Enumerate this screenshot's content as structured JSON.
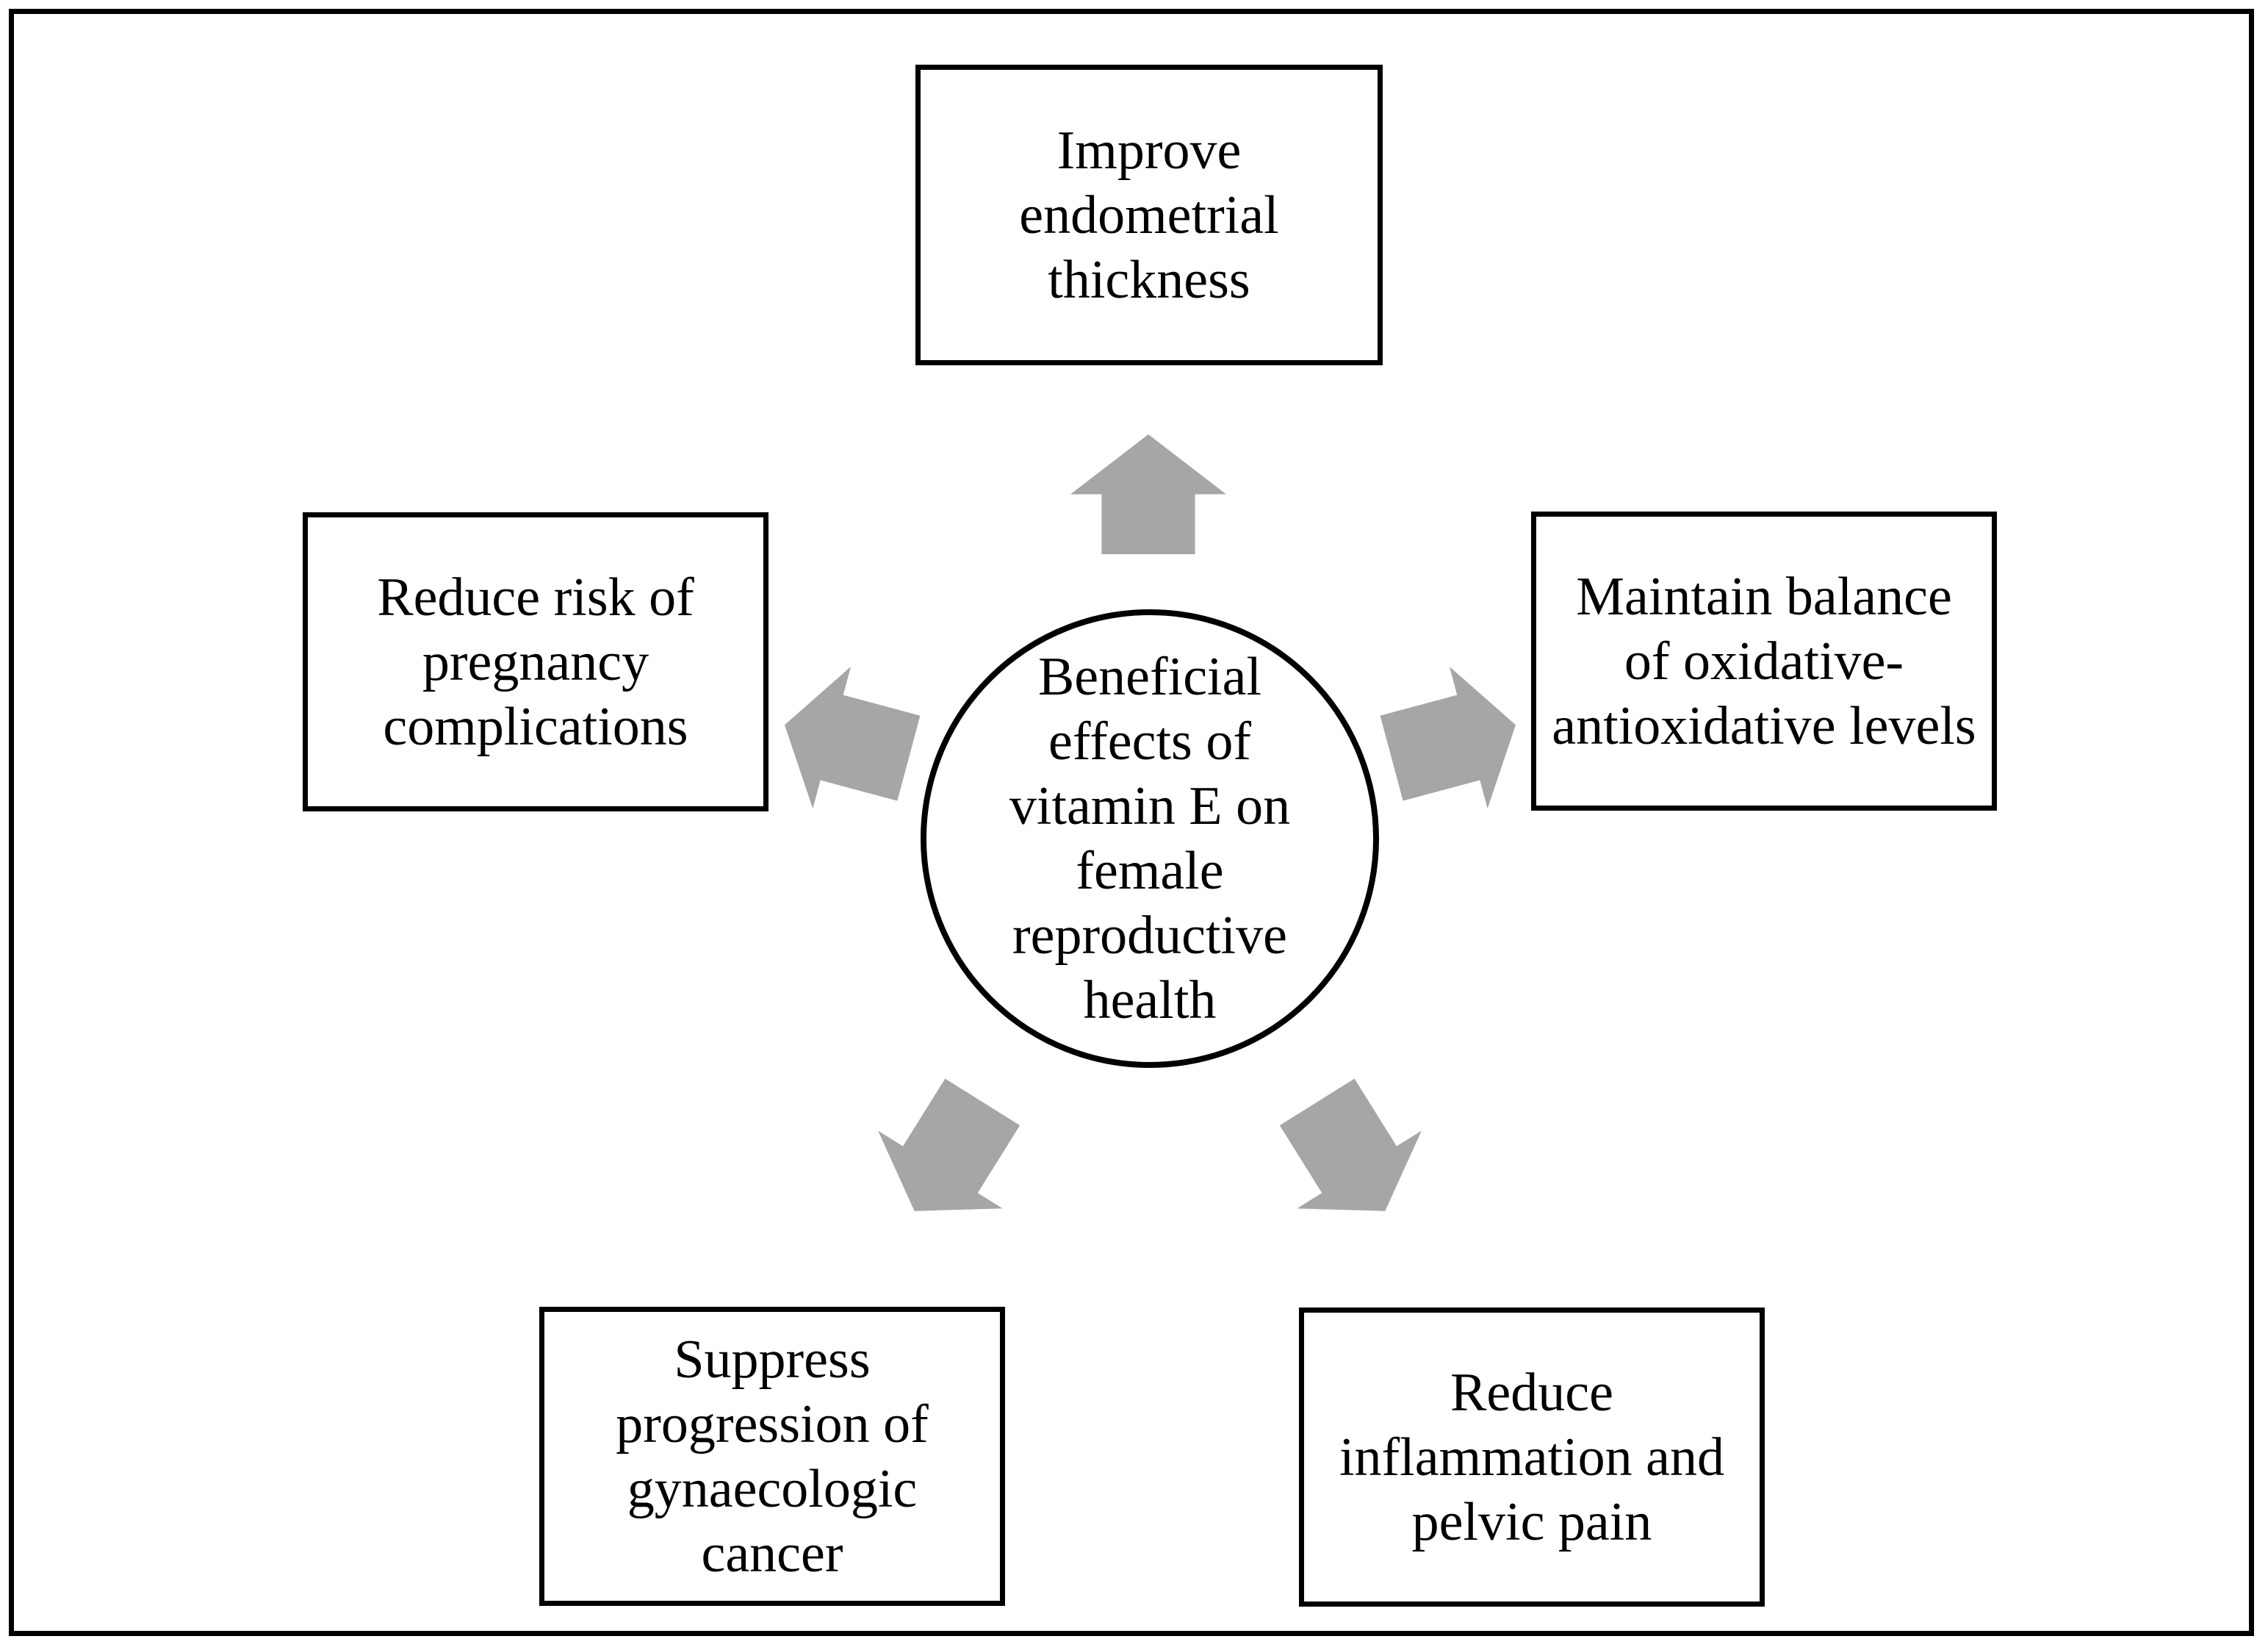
{
  "diagram": {
    "title": "Beneficial effects of vitamin E on female reproductive health",
    "center": {
      "label": "Beneficial\neffects of\nvitamin E on\nfemale\nreproductive\nhealth"
    },
    "nodes": [
      {
        "id": "top",
        "label": "Improve\nendometrial\nthickness"
      },
      {
        "id": "left",
        "label": "Reduce risk of\npregnancy\ncomplications"
      },
      {
        "id": "right",
        "label": "Maintain balance\nof oxidative-\nantioxidative levels"
      },
      {
        "id": "bottom-left",
        "label": "Suppress\nprogression of\ngynaecologic\ncancer"
      },
      {
        "id": "bottom-right",
        "label": "Reduce\ninflammation and\npelvic pain"
      }
    ],
    "arrows": [
      {
        "name": "arrow-up-icon",
        "direction": "up"
      },
      {
        "name": "arrow-left-icon",
        "direction": "upper-left"
      },
      {
        "name": "arrow-right-icon",
        "direction": "upper-right"
      },
      {
        "name": "arrow-down-left-icon",
        "direction": "lower-left"
      },
      {
        "name": "arrow-down-right-icon",
        "direction": "lower-right"
      }
    ],
    "colors": {
      "arrow": "#a6a6a6",
      "outline": "#000000",
      "background": "#ffffff"
    }
  }
}
